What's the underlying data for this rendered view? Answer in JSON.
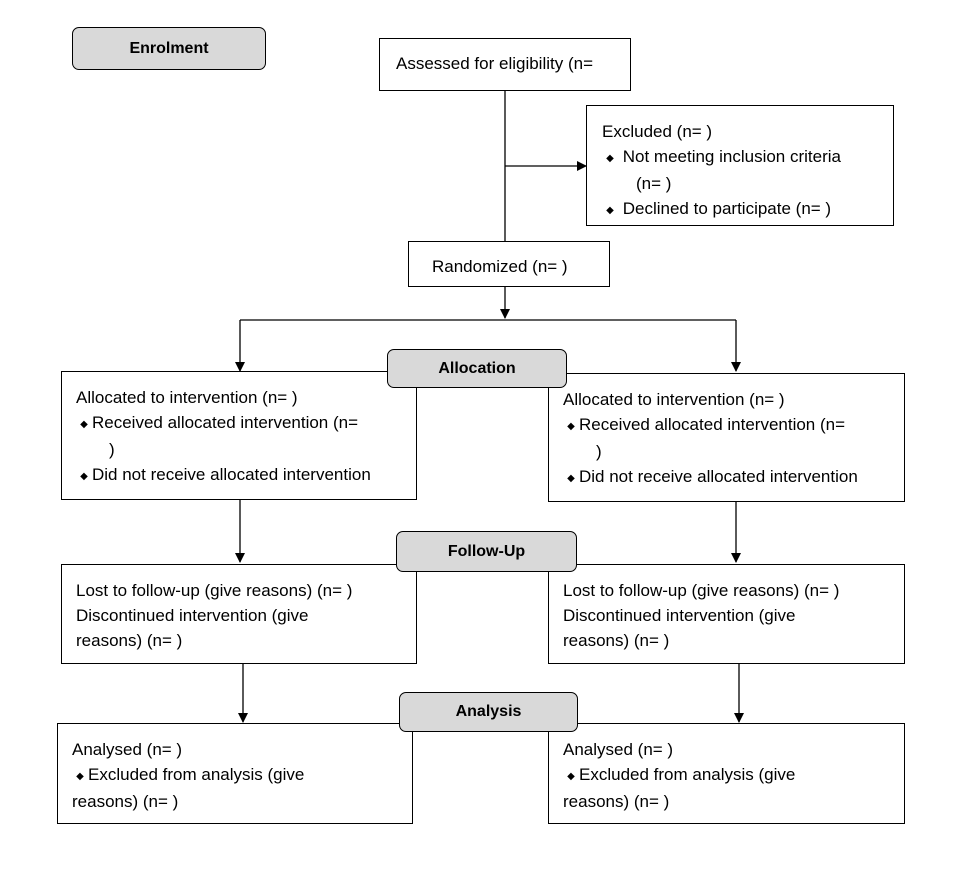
{
  "stages": {
    "enrolment": "Enrolment",
    "allocation": "Allocation",
    "follow_up": "Follow-Up",
    "analysis": "Analysis"
  },
  "assessed": "Assessed for eligibility (n=",
  "excluded": {
    "title": "Excluded  (n=   )",
    "bullet_1": "Not meeting inclusion criteria",
    "bullet_1_cont": "(n=   )",
    "bullet_2": "Declined to participate (n=   )"
  },
  "randomized": "Randomized (n=  )",
  "allocation_left": {
    "title": "Allocated to intervention (n=  )",
    "received": "Received allocated intervention (n=",
    "received_cont": ")",
    "not_received": "Did not receive allocated intervention"
  },
  "allocation_right": {
    "title": "Allocated to intervention (n=  )",
    "received": "Received allocated intervention (n=",
    "received_cont": ")",
    "not_received": "Did not receive allocated intervention"
  },
  "followup_left": {
    "line_1": "Lost to follow-up (give reasons) (n=  )",
    "line_2": "Discontinued intervention (give",
    "line_3": "reasons) (n=  )"
  },
  "followup_right": {
    "line_1": "Lost to follow-up (give reasons) (n=  )",
    "line_2": "Discontinued intervention (give",
    "line_3": "reasons) (n=  )"
  },
  "analysis_left": {
    "title": "Analysed  (n=  )",
    "line_1": "Excluded from analysis (give",
    "line_2": "reasons) (n=  )"
  },
  "analysis_right": {
    "title": "Analysed  (n=  )",
    "line_1": "Excluded from analysis (give",
    "line_2": "reasons) (n=  )"
  },
  "bullet_symbol": "◆"
}
